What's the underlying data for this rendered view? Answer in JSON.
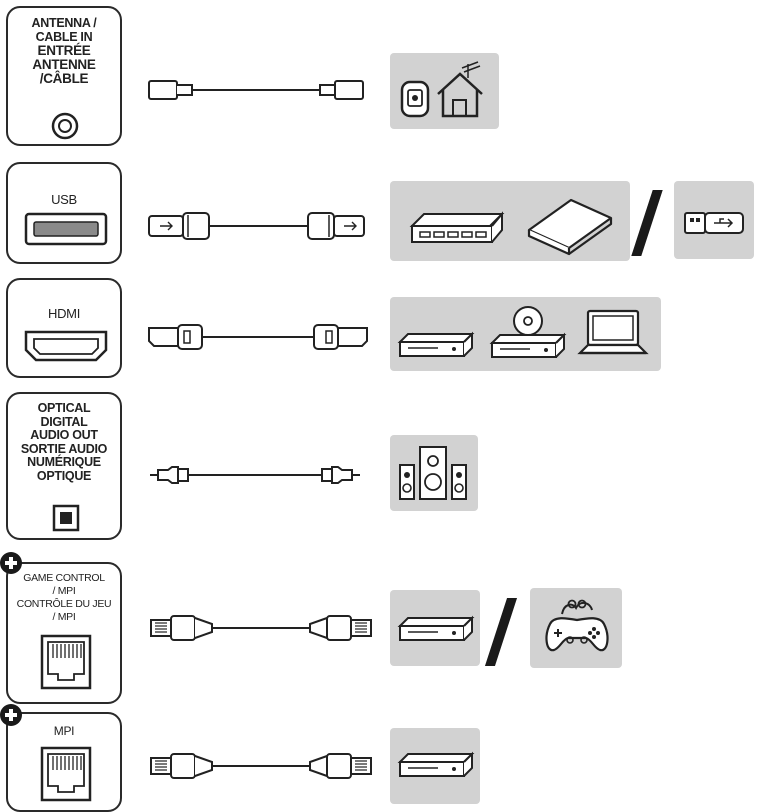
{
  "rows": [
    {
      "id": "antenna",
      "label_lines": [
        "ANTENNA /",
        "CABLE IN",
        "ENTRÉE",
        "ANTENNE",
        "/CÂBLE"
      ],
      "optional": false
    },
    {
      "id": "usb",
      "label_lines": [
        "USB"
      ],
      "optional": false
    },
    {
      "id": "hdmi",
      "label_lines": [
        "HDMI"
      ],
      "optional": false
    },
    {
      "id": "optical",
      "label_lines": [
        "OPTICAL",
        "DIGITAL",
        "AUDIO OUT",
        "SORTIE AUDIO",
        "NUMÉRIQUE",
        "OPTIQUE"
      ],
      "optional": false
    },
    {
      "id": "game-control",
      "label_lines": [
        "GAME CONTROL",
        "/ MPI",
        "CONTRÔLE DU JEU",
        "/ MPI"
      ],
      "optional": true
    },
    {
      "id": "mpi",
      "label_lines": [
        "MPI"
      ],
      "optional": true
    }
  ],
  "colors": {
    "device_panel": "#d2d2d2",
    "line": "#2a2a2a",
    "optional_badge": "#1a1a1a"
  }
}
